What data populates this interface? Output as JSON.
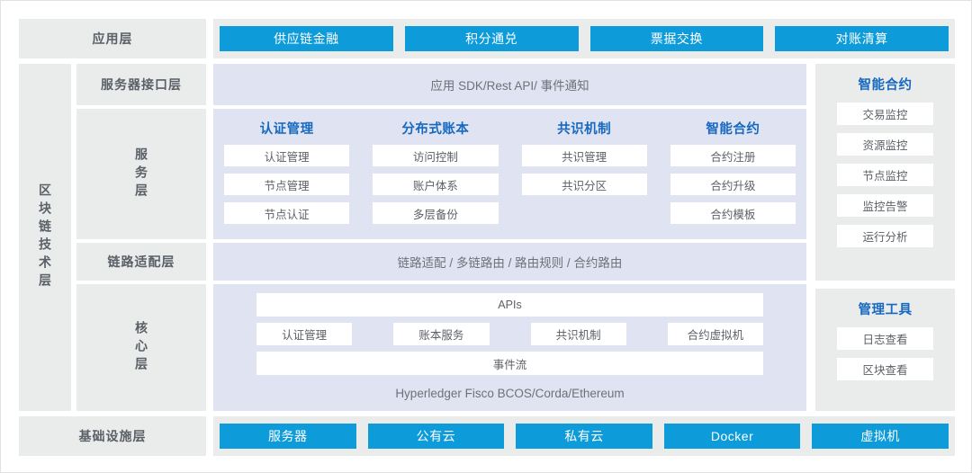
{
  "diagram": {
    "application_layer": {
      "label": "应用层",
      "items": [
        "供应链金融",
        "积分通兑",
        "票据交换",
        "对账清算"
      ]
    },
    "spine_label": "区块链技术层",
    "server_interface_layer": {
      "label": "服务器接口层",
      "content": "应用 SDK/Rest API/ 事件通知"
    },
    "service_layer": {
      "label": "服务层",
      "columns": [
        {
          "head": "认证管理",
          "items": [
            "认证管理",
            "节点管理",
            "节点认证"
          ]
        },
        {
          "head": "分布式账本",
          "items": [
            "访问控制",
            "账户体系",
            "多层备份"
          ]
        },
        {
          "head": "共识机制",
          "items": [
            "共识管理",
            "共识分区"
          ]
        },
        {
          "head": "智能合约",
          "items": [
            "合约注册",
            "合约升级",
            "合约模板"
          ]
        }
      ]
    },
    "link_adaptation_layer": {
      "label": "链路适配层",
      "content": "链路适配 / 多链路由 / 路由规则 / 合约路由"
    },
    "core_layer": {
      "label": "核心层",
      "apis": "APIs",
      "services": [
        "认证管理",
        "账本服务",
        "共识机制",
        "合约虚拟机"
      ],
      "event_stream": "事件流",
      "footer": "Hyperledger Fisco BCOS/Corda/Ethereum"
    },
    "right_panels": [
      {
        "title": "智能合约",
        "items": [
          "交易监控",
          "资源监控",
          "节点监控",
          "监控告警",
          "运行分析"
        ]
      },
      {
        "title": "管理工具",
        "items": [
          "日志查看",
          "区块查看"
        ]
      }
    ],
    "infrastructure_layer": {
      "label": "基础设施层",
      "items": [
        "服务器",
        "公有云",
        "私有云",
        "Docker",
        "虚拟机"
      ]
    }
  },
  "colors": {
    "accent_blue": "#0d9bda",
    "header_blue": "#1769c0",
    "gray_panel": "#eaebeb",
    "lavender_panel": "#e0e3f1",
    "chip_white": "#ffffff"
  }
}
